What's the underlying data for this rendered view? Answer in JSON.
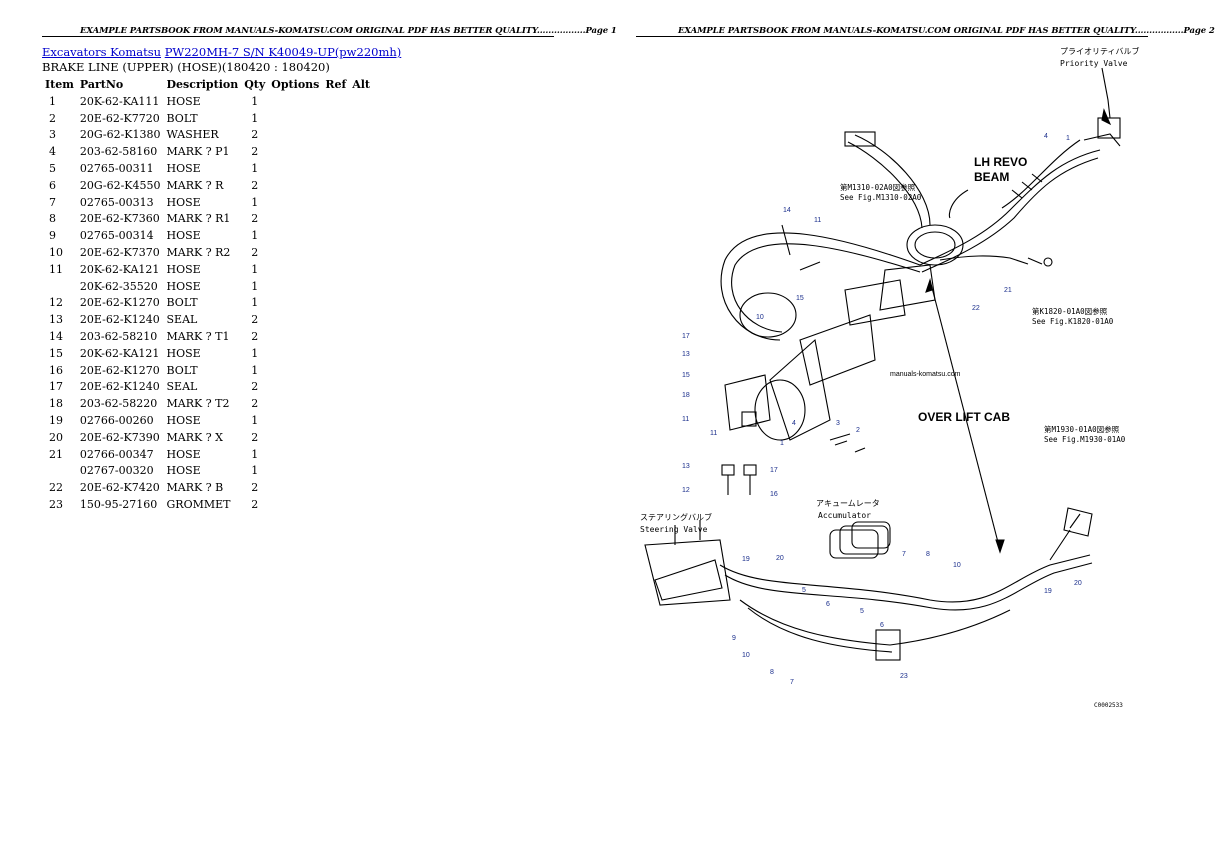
{
  "header": {
    "left": "EXAMPLE PARTSBOOK FROM MANUALS-KOMATSU.COM ORIGINAL PDF HAS BETTER QUALITY.................Page 1",
    "right": "EXAMPLE PARTSBOOK FROM MANUALS-KOMATSU.COM ORIGINAL PDF HAS BETTER QUALITY.................Page 2"
  },
  "breadcrumb": {
    "link1": "Excavators Komatsu",
    "link2": "PW220MH-7 S/N K40049-UP(pw220mh)"
  },
  "subtitle": "BRAKE LINE (UPPER) (HOSE)(180420 : 180420)",
  "table": {
    "headers": [
      "Item",
      "PartNo",
      "Description",
      "Qty",
      "Options",
      "Ref",
      "Alt"
    ],
    "rows": [
      [
        "1",
        "20K-62-KA111",
        "HOSE",
        "1"
      ],
      [
        "2",
        "20E-62-K7720",
        "BOLT",
        "1"
      ],
      [
        "3",
        "20G-62-K1380",
        "WASHER",
        "2"
      ],
      [
        "4",
        "203-62-58160",
        "MARK ? P1",
        "2"
      ],
      [
        "5",
        "02765-00311",
        "HOSE",
        "1"
      ],
      [
        "6",
        "20G-62-K4550",
        "MARK ? R",
        "2"
      ],
      [
        "7",
        "02765-00313",
        "HOSE",
        "1"
      ],
      [
        "8",
        "20E-62-K7360",
        "MARK ? R1",
        "2"
      ],
      [
        "9",
        "02765-00314",
        "HOSE",
        "1"
      ],
      [
        "10",
        "20E-62-K7370",
        "MARK ? R2",
        "2"
      ],
      [
        "11",
        "20K-62-KA121",
        "HOSE",
        "1"
      ],
      [
        "",
        "20K-62-35520",
        "HOSE",
        "1"
      ],
      [
        "12",
        "20E-62-K1270",
        "BOLT",
        "1"
      ],
      [
        "13",
        "20E-62-K1240",
        "SEAL",
        "2"
      ],
      [
        "14",
        "203-62-58210",
        "MARK ? T1",
        "2"
      ],
      [
        "15",
        "20K-62-KA121",
        "HOSE",
        "1"
      ],
      [
        "16",
        "20E-62-K1270",
        "BOLT",
        "1"
      ],
      [
        "17",
        "20E-62-K1240",
        "SEAL",
        "2"
      ],
      [
        "18",
        "203-62-58220",
        "MARK ? T2",
        "2"
      ],
      [
        "19",
        "02766-00260",
        "HOSE",
        "1"
      ],
      [
        "20",
        "20E-62-K7390",
        "MARK ? X",
        "2"
      ],
      [
        "21",
        "02766-00347",
        "HOSE",
        "1"
      ],
      [
        "",
        "02767-00320",
        "HOSE",
        "1"
      ],
      [
        "22",
        "20E-62-K7420",
        "MARK ? B",
        "2"
      ],
      [
        "23",
        "150-95-27160",
        "GROMMET",
        "2"
      ]
    ]
  },
  "diagram": {
    "priority_jp": "プライオリティバルブ",
    "priority_en": "Priority Valve",
    "lh_revo_1": "LH REVO",
    "lh_revo_2": "BEAM",
    "ref1_jp": "第M1310-02A0図参照",
    "ref1_en": "See Fig.M1310-02A0",
    "ref2_jp": "第K1820-01A0図参照",
    "ref2_en": "See Fig.K1820-01A0",
    "ref3_jp": "第M1930-01A0図参照",
    "ref3_en": "See Fig.M1930-01A0",
    "watermark": "manuals-komatsu.com",
    "over_lift_cab": "OVER LIFT CAB",
    "steering_jp": "ステアリングバルブ",
    "steering_en": "Steering Valve",
    "accum_jp": "アキュームレータ",
    "accum_en": "Accumulator",
    "code": "C0002533",
    "callouts": [
      "1",
      "4",
      "14",
      "11",
      "15",
      "10",
      "22",
      "21",
      "17",
      "13",
      "15",
      "18",
      "11",
      "11",
      "4",
      "3",
      "2",
      "13",
      "12",
      "16",
      "17",
      "19",
      "20",
      "7",
      "8",
      "10",
      "5",
      "6",
      "5",
      "6",
      "9",
      "10",
      "8",
      "7",
      "23",
      "19",
      "20",
      "1"
    ]
  }
}
